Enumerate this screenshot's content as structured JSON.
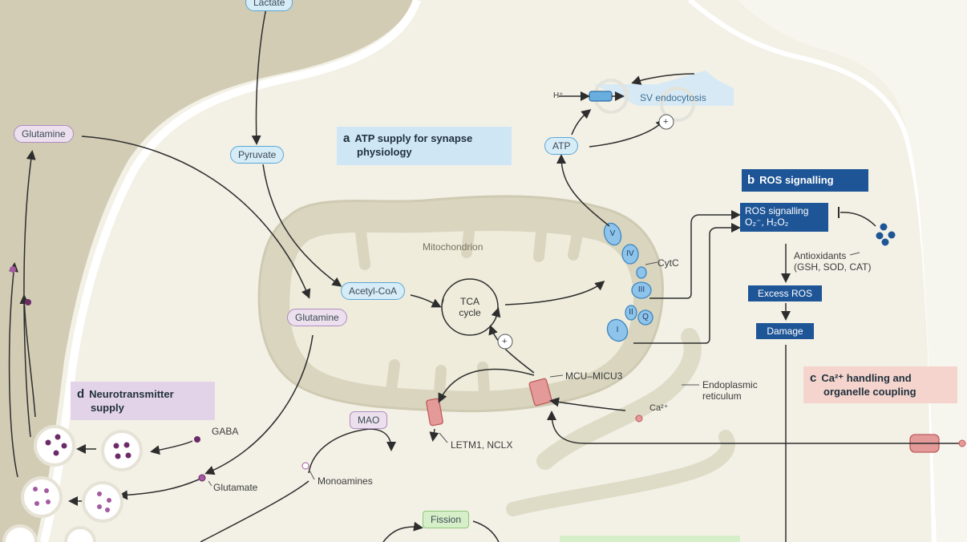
{
  "panels": {
    "a": {
      "letter": "a",
      "title_line1": "ATP supply for synapse",
      "title_line2": "physiology"
    },
    "b": {
      "letter": "b",
      "title": "ROS signalling"
    },
    "c": {
      "letter": "c",
      "title_line1": "Ca²⁺ handling and",
      "title_line2": "organelle coupling"
    },
    "d": {
      "letter": "d",
      "title_line1": "Neurotransmitter",
      "title_line2": "supply"
    }
  },
  "nodes": {
    "lactate": "Lactate",
    "pyruvate": "Pyruvate",
    "glutamine_top": "Glutamine",
    "glutamine_mid": "Glutamine",
    "acetyl_coa": "Acetyl-CoA",
    "tca_line1": "TCA",
    "tca_line2": "cycle",
    "atp": "ATP",
    "h_plus": "H⁺",
    "sv_endocytosis": "SV endocytosis",
    "mao": "MAO",
    "fission": "Fission"
  },
  "labels": {
    "mitochondrion": "Mitochondrion",
    "cytc": "CytC",
    "mcu": "MCU–MICU3",
    "letm1": "LETM1, NCLX",
    "er_line1": "Endoplasmic",
    "er_line2": "reticulum",
    "ca": "Ca²⁺",
    "gaba": "GABA",
    "glutamate": "Glutamate",
    "monoamines": "Monoamines",
    "antioxidants_line1": "Antioxidants",
    "antioxidants_line2": "(GSH, SOD, CAT)",
    "plus": "+"
  },
  "ros": {
    "box_line1": "ROS signalling",
    "box_line2": "O₂⁻, H₂O₂",
    "excess": "Excess ROS",
    "damage": "Damage"
  },
  "complexes": [
    "V",
    "IV",
    "III",
    "II",
    "Q",
    "I"
  ],
  "colors": {
    "background": "#f3f1e6",
    "astrocyte": "#d2ccb5",
    "mitochondrion": "#d9d5bf",
    "atp_panel": "#cfe6f5",
    "ros_navy": "#1e5596",
    "ca_panel": "#f4d4cc",
    "nt_panel": "#e3d3e8",
    "complex_blue": "#8ec3ea",
    "channel_red": "#e59a9a",
    "vesicle_dot": "#6b2a68"
  }
}
